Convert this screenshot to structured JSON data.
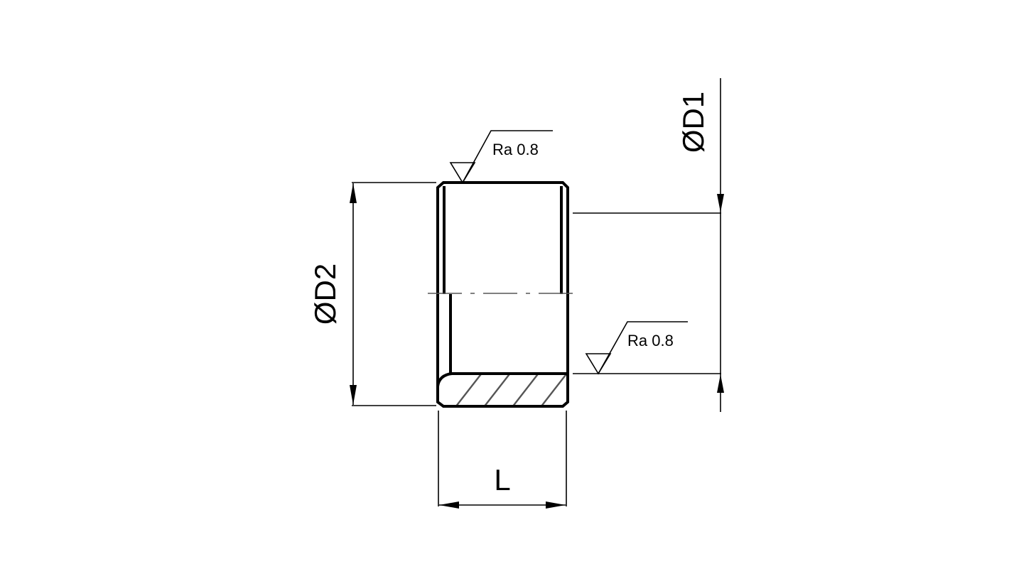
{
  "drawing": {
    "dimensions": {
      "outer_diameter": "ØD1",
      "inner_diameter": "ØD2",
      "length": "L"
    },
    "surface_finish": {
      "top": "Ra 0.8",
      "bottom": "Ra 0.8"
    }
  }
}
